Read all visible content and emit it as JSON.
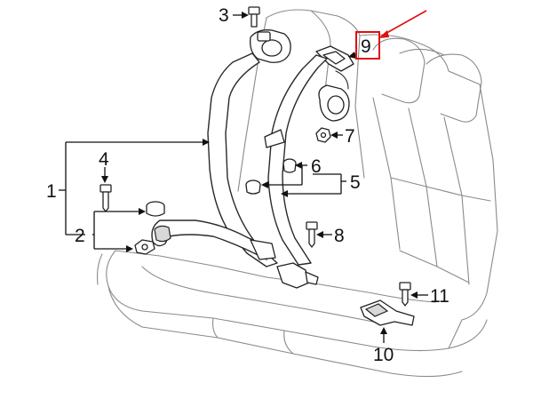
{
  "callouts": {
    "c1": "1",
    "c2": "2",
    "c3": "3",
    "c4": "4",
    "c5": "5",
    "c6": "6",
    "c7": "7",
    "c8": "8",
    "c9": "9",
    "c10": "10",
    "c11": "11"
  },
  "colors": {
    "highlight": "#e01010",
    "line": "#2a2a2a",
    "seat_outline": "#8a8a8a"
  },
  "highlighted_callout": "9"
}
